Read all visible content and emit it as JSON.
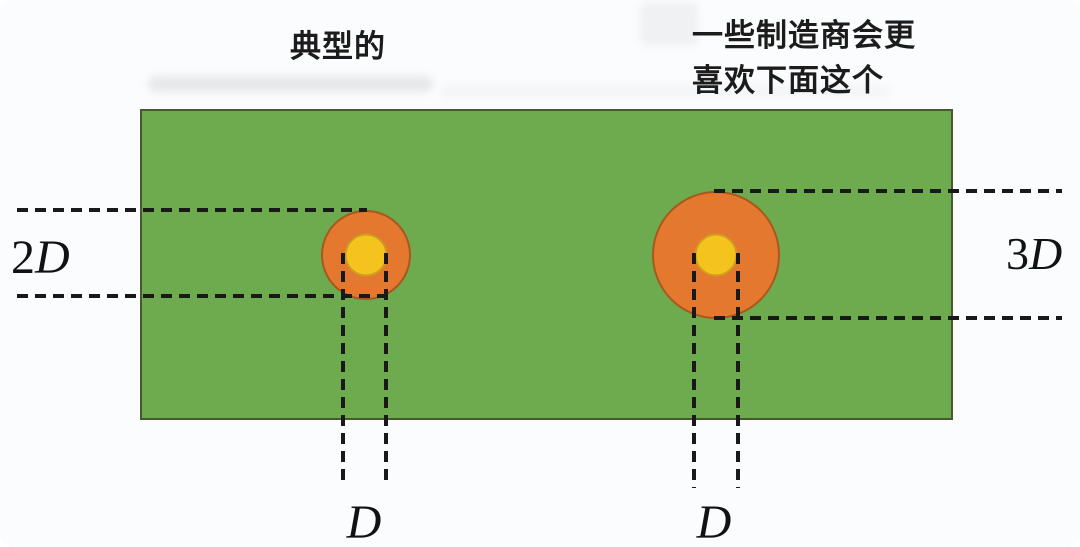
{
  "labels": {
    "left_title": "典型的",
    "right_title_line1": "一些制造商会更",
    "right_title_line2": "喜欢下面这个"
  },
  "dims": {
    "left_pad": {
      "coeff": "2",
      "symbol": "D"
    },
    "right_pad": {
      "coeff": "3",
      "symbol": "D"
    },
    "left_drill": {
      "symbol": "D"
    },
    "right_drill": {
      "symbol": "D"
    }
  },
  "colors": {
    "background": "#fbfcfd",
    "board_green": "#6dab4e",
    "board_border": "#49582f",
    "pad_orange": "#e4782e",
    "pad_border": "#a8581c",
    "hole_yellow": "#f5c31d",
    "hole_border": "#cf9c22",
    "dim_line": "#191919",
    "text": "#1c1c1c"
  }
}
